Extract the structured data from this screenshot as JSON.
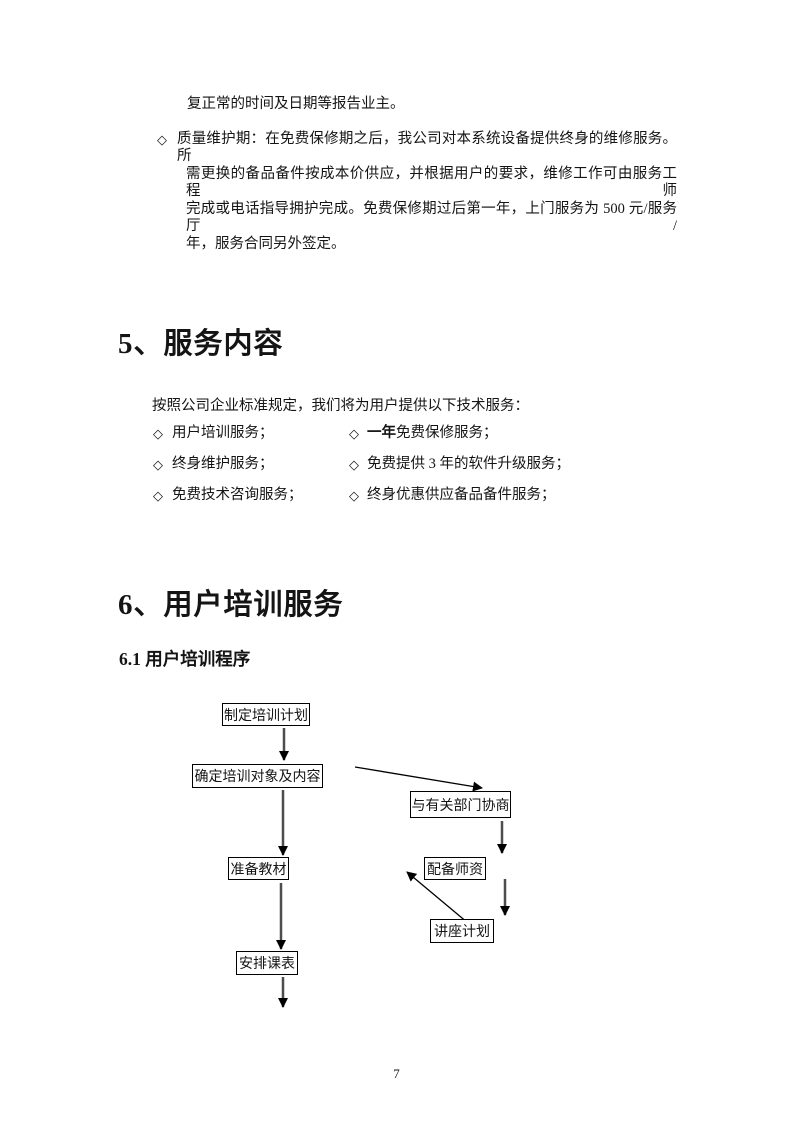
{
  "document": {
    "page_number": "7",
    "intro": {
      "bullet_char": "◇",
      "continuation_line": "复正常的时间及日期等报告业主。",
      "quality_item_lines": [
        "质量维护期：在免费保修期之后，我公司对本系统设备提供终身的维修服务。所",
        "需更换的备品备件按成本价供应，并根据用户的要求，维修工作可由服务工程师",
        "完成或电话指导拥护完成。免费保修期过后第一年，上门服务为 500 元/服务厅/",
        "年，服务合同另外签定。"
      ]
    },
    "section5": {
      "title": "5、服务内容",
      "lead": "按照公司企业标准规定，我们将为用户提供以下技术服务：",
      "bullet_char": "◇",
      "services_left": [
        "用户培训服务；",
        "终身维护服务；",
        "免费技术咨询服务；"
      ],
      "services_right": [
        {
          "bold": "一年",
          "text": "免费保修服务；"
        },
        {
          "bold": "",
          "text": "免费提供 3 年的软件升级服务；"
        },
        {
          "bold": "",
          "text": "终身优惠供应备品备件服务；"
        }
      ]
    },
    "section6": {
      "title": "6、用户培训服务",
      "subtitle": "6.1 用户培训程序"
    },
    "flowchart": {
      "boxes": {
        "make_plan": "制定培训计划",
        "define_target": "确定培训对象及内容",
        "prepare_materials": "准备教材",
        "schedule": "安排课表",
        "negotiate": "与有关部门协商",
        "assign_teachers": "配备师资",
        "lecture_plan": "讲座计划"
      }
    }
  }
}
